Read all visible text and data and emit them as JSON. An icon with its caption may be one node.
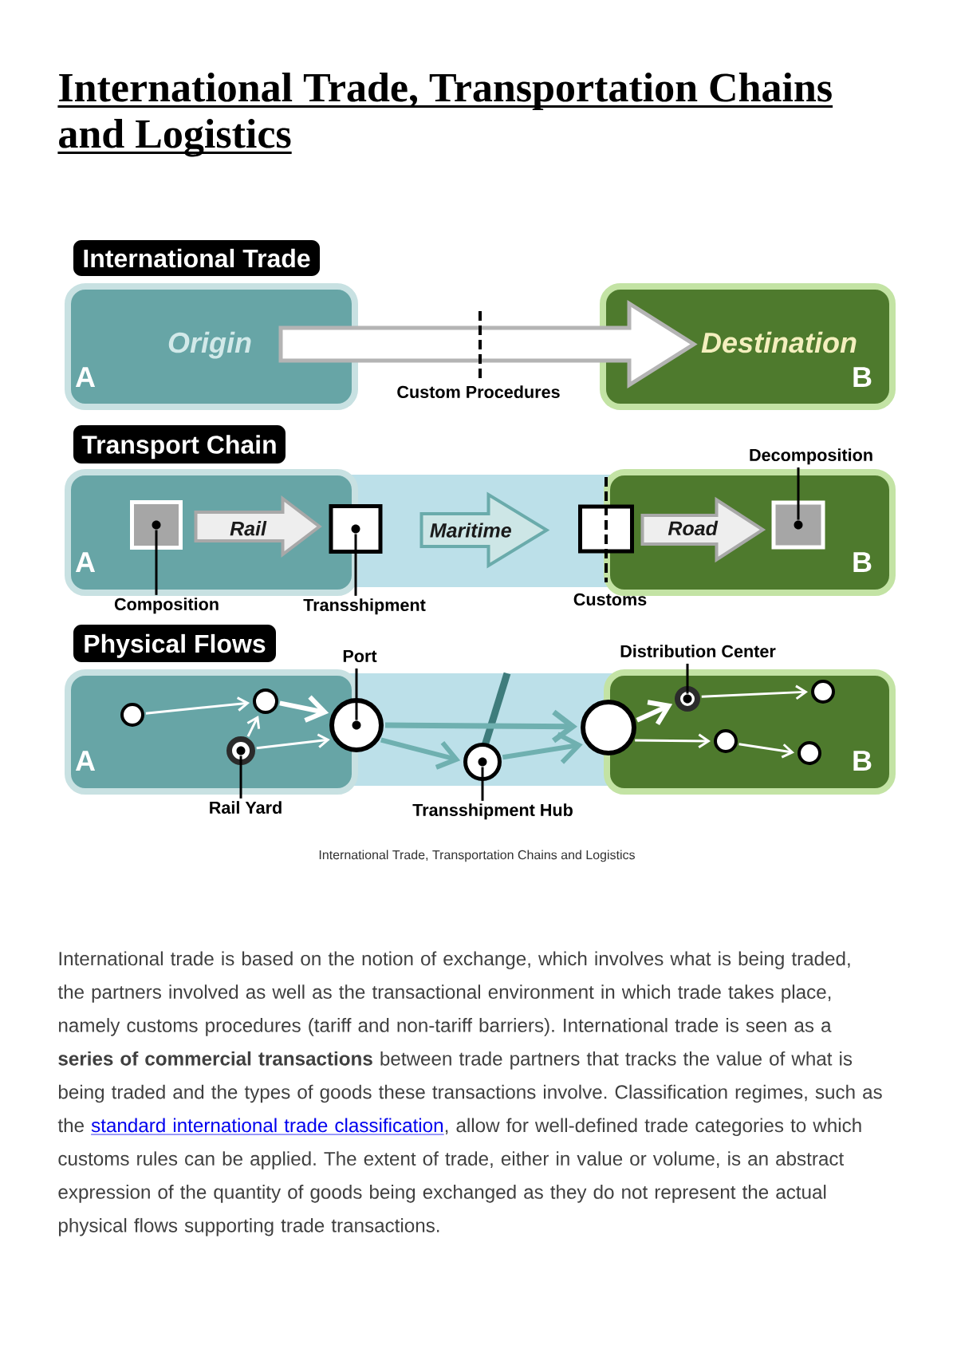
{
  "diagram": {
    "title": "International Trade, Transportation Chains and Logistics",
    "caption": "International Trade, Transportation Chains and Logistics",
    "nodes": [
      {
        "text": [
          "International Trade"
        ]
      },
      {
        "text": [
          "Origin",
          "A"
        ]
      },
      {
        "text": [
          "Destination",
          "B"
        ]
      },
      {
        "text": [
          "Transport Chain"
        ]
      },
      {
        "text": [
          "Decomposition"
        ]
      },
      {
        "text": [
          "A"
        ]
      },
      {
        "text": [],
        "shape": "box",
        "in": 5
      },
      {
        "text": [],
        "shape": "box"
      },
      {
        "text": [],
        "shape": "box",
        "beside": [
          "Customs"
        ]
      },
      {
        "text": [
          "B"
        ]
      },
      {
        "text": [],
        "shape": "box",
        "in": 9
      },
      {
        "text": [
          "Composition"
        ]
      },
      {
        "text": [
          "Transshipment"
        ]
      },
      {
        "text": [
          "Physical Flows"
        ]
      },
      {
        "text": [
          "Port"
        ]
      },
      {
        "text": [
          "Distribution Center"
        ]
      },
      {
        "text": [
          "A"
        ]
      },
      {
        "text": [],
        "shape": "circle",
        "in": 16
      },
      {
        "text": [],
        "shape": "circle",
        "in": 16
      },
      {
        "text": [],
        "shape": "circle",
        "in": 16
      },
      {
        "text": [],
        "shape": "circle"
      },
      {
        "text": [],
        "shape": "circle"
      },
      {
        "text": [],
        "shape": "circle"
      },
      {
        "text": [
          "B"
        ]
      },
      {
        "text": [],
        "shape": "circle",
        "in": 23
      },
      {
        "text": [],
        "shape": "circle",
        "in": 23
      },
      {
        "text": [],
        "shape": "circle",
        "in": 23
      },
      {
        "text": [],
        "shape": "circle",
        "in": 23
      },
      {
        "text": [
          "Rail Yard"
        ]
      },
      {
        "text": [
          "Transshipment Hub"
        ]
      }
    ],
    "edges": [
      {
        "from": 1,
        "to": 2,
        "arrow": "to",
        "color": "#ffffff"
      },
      {
        "from": 6,
        "to": 7,
        "arrow": "to",
        "label": "Rail",
        "color": "#eeeeee"
      },
      {
        "from": 7,
        "to": 8,
        "arrow": "to",
        "label": "Maritime",
        "color": "#cde6e6"
      },
      {
        "from": 8,
        "to": 10,
        "arrow": "to",
        "label": "Road",
        "color": "#eeeeee"
      },
      {
        "from": 11,
        "to": 6,
        "arrow": "none",
        "color": "#000000"
      },
      {
        "from": 12,
        "to": 7,
        "arrow": "none",
        "color": "#000000"
      },
      {
        "from": 4,
        "to": 10,
        "arrow": "none",
        "color": "#000000"
      },
      {
        "from": 17,
        "to": 19,
        "arrow": "to",
        "color": "#ffffff"
      },
      {
        "from": 18,
        "to": 19,
        "arrow": "to",
        "color": "#ffffff"
      },
      {
        "from": 18,
        "to": 20,
        "arrow": "to",
        "color": "#ffffff"
      },
      {
        "from": 19,
        "to": 20,
        "arrow": "to",
        "style": "thick",
        "color": "#ffffff"
      },
      {
        "from": 20,
        "to": 22,
        "arrow": "to",
        "style": "thick",
        "color": "#6fb0b0"
      },
      {
        "from": 20,
        "to": 21,
        "arrow": "to",
        "style": "thick",
        "color": "#6fb0b0"
      },
      {
        "from": 21,
        "to": 22,
        "arrow": "to",
        "style": "thick",
        "color": "#6fb0b0"
      },
      {
        "from": 22,
        "to": 24,
        "arrow": "to",
        "style": "thick",
        "color": "#ffffff"
      },
      {
        "from": 22,
        "to": 25,
        "arrow": "to",
        "color": "#ffffff"
      },
      {
        "from": 24,
        "to": 27,
        "arrow": "to",
        "color": "#ffffff"
      },
      {
        "from": 25,
        "to": 26,
        "arrow": "to",
        "color": "#ffffff"
      },
      {
        "from": 14,
        "to": 20,
        "arrow": "none",
        "color": "#000000"
      },
      {
        "from": 15,
        "to": 24,
        "arrow": "none",
        "color": "#000000"
      },
      {
        "from": 28,
        "to": 18,
        "arrow": "none",
        "color": "#000000"
      },
      {
        "from": 29,
        "to": 21,
        "arrow": "none",
        "color": "#000000"
      }
    ],
    "labels": [
      "Custom Procedures",
      "International trade is based on the notion of exchange, which involves what is being traded, the partners involved as well as the transactional environment in which trade takes place, namely customs procedures (tariff and non-tariff barriers). International trade is seen as a **series of commercial transactions** between trade partners that tracks the value of what is being traded and the types of goods these transactions involve. Classification regimes, such as the",
      "standard international trade classification",
      ", allow for well-defined trade categories to which customs rules can be applied. The extent of trade, either in value or volume, is an abstract expression of the quantity of goods being exchanged as they do not represent the actual physical flows supporting trade transactions."
    ]
  }
}
